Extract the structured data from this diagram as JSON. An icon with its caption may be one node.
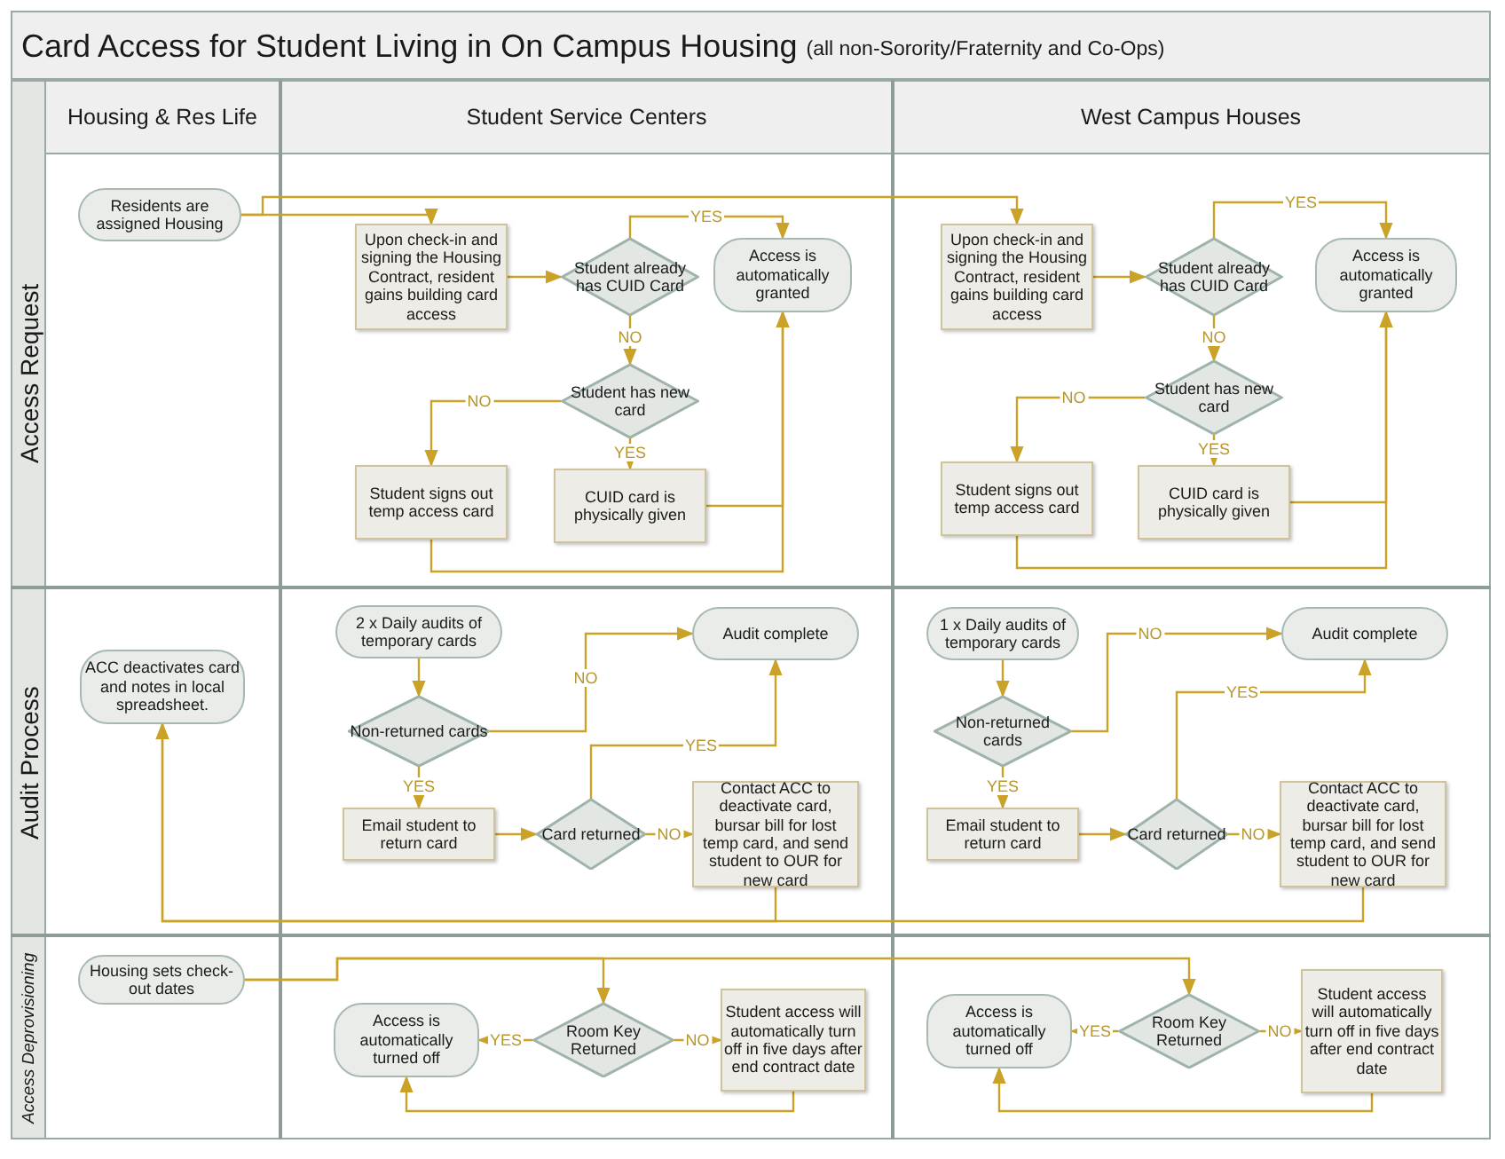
{
  "diagram": {
    "title": "Card Access for Student Living in On Campus Housing",
    "nodes": [
      {
        "text": [
          "Residents are assigned Housing"
        ]
      },
      {
        "text": [
          "Upon check-in and signing the Housing Contract, resident gains building card access"
        ]
      },
      {
        "text": [
          "Student already has CUID Card"
        ]
      },
      {
        "text": [
          "Access is automatically granted"
        ]
      },
      {
        "text": [
          "Student has new card"
        ]
      },
      {
        "text": [
          "Student signs out temp access card"
        ]
      },
      {
        "text": [
          "CUID card is physically given"
        ]
      },
      {
        "text": [
          "Upon check-in and signing the Housing Contract, resident gains building card access"
        ]
      },
      {
        "text": [
          "Student already has CUID Card"
        ]
      },
      {
        "text": [
          "Access is automatically granted"
        ]
      },
      {
        "text": [
          "Student has new card"
        ]
      },
      {
        "text": [
          "Student signs out temp access card"
        ]
      },
      {
        "text": [
          "CUID card is physically given"
        ]
      },
      {
        "text": [
          "ACC deactivates card and notes in local spreadsheet."
        ]
      },
      {
        "text": [
          "2 x Daily audits of temporary cards"
        ]
      },
      {
        "text": [
          "Audit complete"
        ]
      },
      {
        "text": [
          "Non-returned cards"
        ]
      },
      {
        "text": [
          "Email student to return card"
        ]
      },
      {
        "text": [
          "Card returned"
        ]
      },
      {
        "text": [
          "Contact ACC to deactivate card, bursar bill for lost temp card, and send student to OUR for new card"
        ]
      },
      {
        "text": [
          "1 x Daily audits of temporary cards"
        ]
      },
      {
        "text": [
          "Audit complete"
        ]
      },
      {
        "text": [
          "Non-returned cards"
        ]
      },
      {
        "text": [
          "Email student to return card"
        ]
      },
      {
        "text": [
          "Card returned"
        ]
      },
      {
        "text": [
          "Contact ACC to deactivate card, bursar bill for lost temp card, and send student to OUR for new card"
        ]
      },
      {
        "text": [
          "Housing sets check-out dates"
        ]
      },
      {
        "text": [
          "Access is automatically turned off"
        ]
      },
      {
        "text": [
          "Room Key Returned"
        ]
      },
      {
        "text": [
          "Student access will automatically turn off in five days after end contract date"
        ]
      },
      {
        "text": [
          "Access is automatically turned off"
        ]
      },
      {
        "text": [
          "Room Key Returned"
        ]
      },
      {
        "text": [
          "Student access will automatically turn off in five days after end contract date"
        ]
      }
    ],
    "edges": [
      {
        "from": 0,
        "to": 1,
        "arrow": "to"
      },
      {
        "from": 0,
        "to": 7,
        "arrow": "to"
      },
      {
        "from": 1,
        "to": 2,
        "arrow": "to"
      },
      {
        "from": 2,
        "to": 3,
        "arrow": "to",
        "label": "YES"
      },
      {
        "from": 2,
        "to": 4,
        "arrow": "to",
        "label": "NO"
      },
      {
        "from": 4,
        "to": 5,
        "arrow": "to",
        "label": "NO"
      },
      {
        "from": 4,
        "to": 6,
        "arrow": "to",
        "label": "YES"
      },
      {
        "from": 6,
        "to": 3,
        "arrow": "to"
      },
      {
        "from": 5,
        "to": 3,
        "arrow": "to"
      },
      {
        "from": 7,
        "to": 8,
        "arrow": "to"
      },
      {
        "from": 8,
        "to": 9,
        "arrow": "to",
        "label": "YES"
      },
      {
        "from": 8,
        "to": 10,
        "arrow": "to",
        "label": "NO"
      },
      {
        "from": 10,
        "to": 11,
        "arrow": "to",
        "label": "NO"
      },
      {
        "from": 10,
        "to": 12,
        "arrow": "to",
        "label": "YES"
      },
      {
        "from": 12,
        "to": 9,
        "arrow": "to"
      },
      {
        "from": 11,
        "to": 9,
        "arrow": "to"
      },
      {
        "from": 14,
        "to": 16,
        "arrow": "to"
      },
      {
        "from": 16,
        "to": 15,
        "arrow": "to",
        "label": "NO"
      },
      {
        "from": 16,
        "to": 17,
        "arrow": "to",
        "label": "YES"
      },
      {
        "from": 17,
        "to": 18,
        "arrow": "to"
      },
      {
        "from": 18,
        "to": 19,
        "arrow": "to",
        "label": "NO"
      },
      {
        "from": 18,
        "to": 15,
        "arrow": "to",
        "label": "YES"
      },
      {
        "from": 19,
        "to": 13,
        "arrow": "to"
      },
      {
        "from": 20,
        "to": 22,
        "arrow": "to"
      },
      {
        "from": 22,
        "to": 21,
        "arrow": "to",
        "label": "NO"
      },
      {
        "from": 22,
        "to": 23,
        "arrow": "to",
        "label": "YES"
      },
      {
        "from": 23,
        "to": 24,
        "arrow": "to"
      },
      {
        "from": 24,
        "to": 25,
        "arrow": "to",
        "label": "NO"
      },
      {
        "from": 24,
        "to": 21,
        "arrow": "to",
        "label": "YES"
      },
      {
        "from": 25,
        "to": 13,
        "arrow": "to"
      },
      {
        "from": 26,
        "to": 28,
        "arrow": "to"
      },
      {
        "from": 26,
        "to": 31,
        "arrow": "to"
      },
      {
        "from": 28,
        "to": 27,
        "arrow": "to",
        "label": "YES"
      },
      {
        "from": 28,
        "to": 29,
        "arrow": "to",
        "label": "NO"
      },
      {
        "from": 29,
        "to": 27,
        "arrow": "to"
      },
      {
        "from": 31,
        "to": 30,
        "arrow": "to",
        "label": "YES"
      },
      {
        "from": 31,
        "to": 32,
        "arrow": "to",
        "label": "NO"
      },
      {
        "from": 32,
        "to": 30,
        "arrow": "to"
      }
    ],
    "labels": [
      "(all non-Sorority/Fraternity and Co-Ops)",
      "Housing & Res Life",
      "Student Service Centers",
      "West Campus Houses",
      "Access Request",
      "Audit Process",
      "Access Deprovisioning"
    ]
  }
}
